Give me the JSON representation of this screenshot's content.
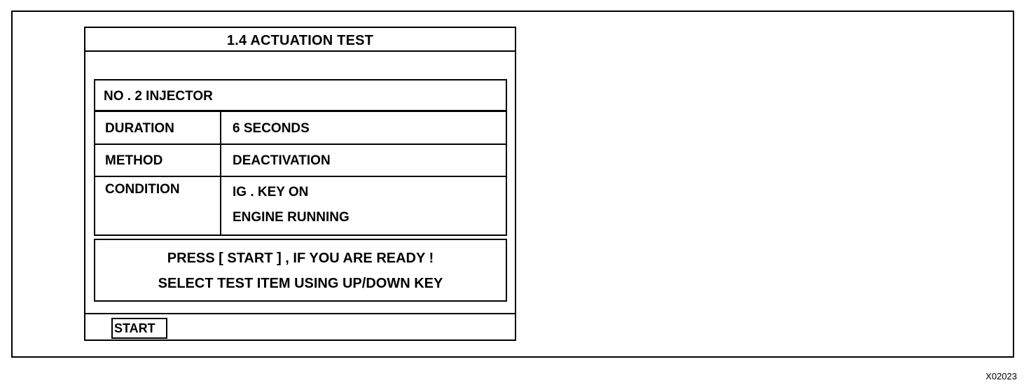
{
  "screen": {
    "title": "1.4 ACTUATION TEST",
    "item": "NO . 2 INJECTOR",
    "rows": [
      {
        "label": "DURATION",
        "values": [
          "6 SECONDS"
        ]
      },
      {
        "label": "METHOD",
        "values": [
          "DEACTIVATION"
        ]
      },
      {
        "label": "CONDITION",
        "values": [
          "IG . KEY  ON",
          "ENGINE  RUNNING"
        ]
      }
    ],
    "message": [
      "PRESS [ START ] ,  IF YOU ARE READY !",
      "SELECT TEST ITEM USING UP/DOWN KEY"
    ],
    "start_label": "START"
  },
  "figure_code": "X02023"
}
